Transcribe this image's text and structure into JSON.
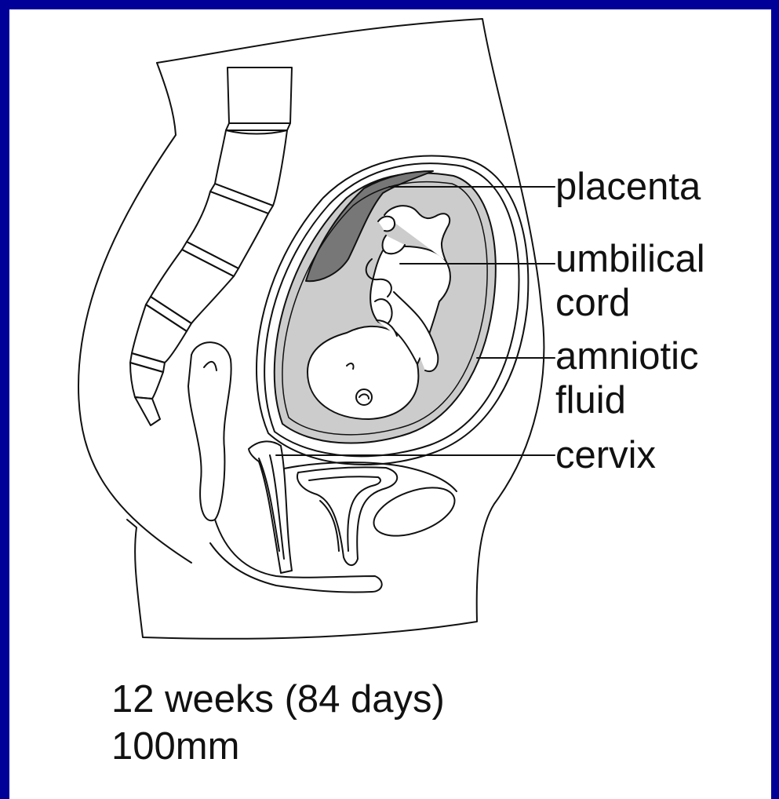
{
  "labels": {
    "placenta": "placenta",
    "umbilical_1": "umbilical",
    "umbilical_2": "cord",
    "amniotic_1": "amniotic",
    "amniotic_2": "fluid",
    "cervix": "cervix"
  },
  "caption": {
    "age": "12 weeks (84 days)",
    "size": "100mm"
  },
  "colors": {
    "frame": "#000099",
    "amniotic_fluid": "#cccccc",
    "placenta": "#777777",
    "line": "#111111"
  }
}
